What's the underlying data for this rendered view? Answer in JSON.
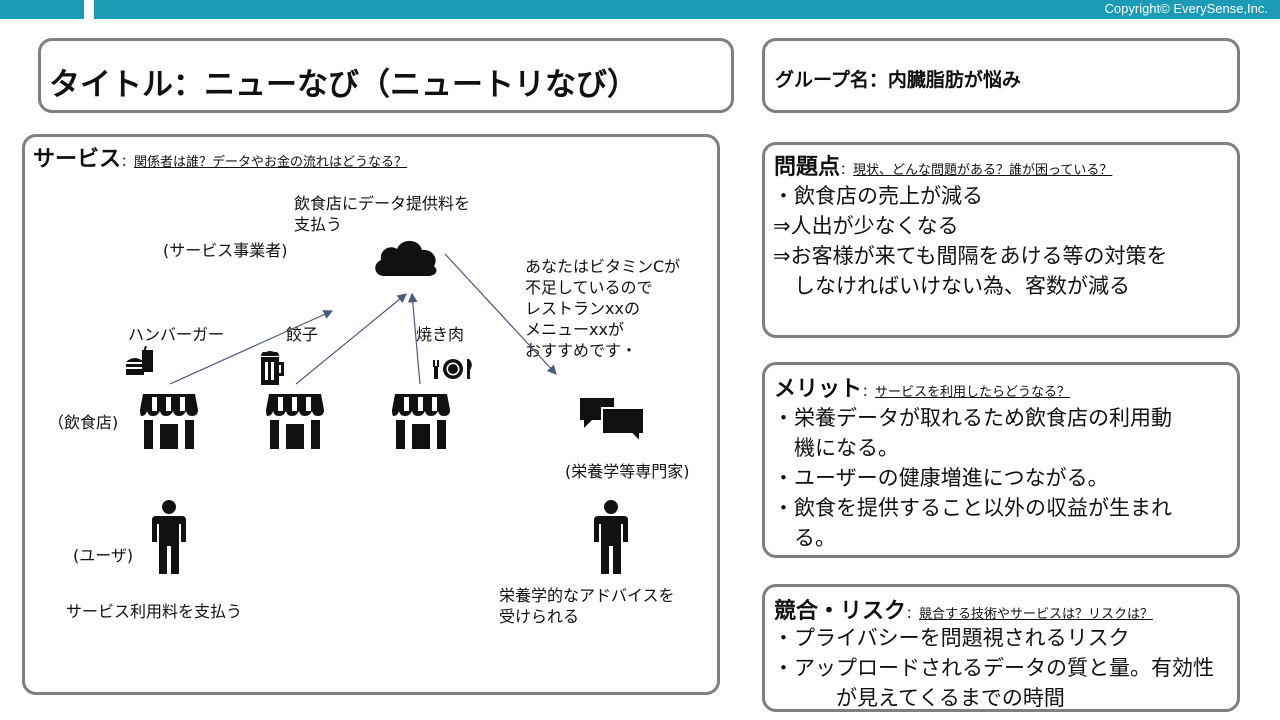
{
  "header": {
    "copyright": "Copyright© EverySense,Inc."
  },
  "title_box": {
    "text": "タイトル：ニューなび（ニュートリなび）"
  },
  "group_box": {
    "text": "グループ名：内臓脂肪が悩み"
  },
  "service": {
    "heading": "サービス",
    "colon": "：",
    "question": "関係者は誰？データやお金の流れはどうなる？",
    "pay_data_fee": [
      "飲食店にデータ提供料を",
      "支払う"
    ],
    "operator_label": "(サービス事業者)",
    "recommendation": [
      "あなたはビタミンCが",
      "不足しているので",
      "レストランxxの",
      "メニューxxが",
      "おすすめです・"
    ],
    "food_hamburger": "ハンバーガー",
    "food_gyoza": "餃子",
    "food_yakiniku": "焼き肉",
    "restaurant_label": "（飲食店)",
    "nutritionist_label": "(栄養学等専門家)",
    "user_label": "(ユーザ)",
    "user_pays": "サービス利用料を支払う",
    "advice": [
      "栄養学的なアドバイスを",
      "受けられる"
    ]
  },
  "problem": {
    "heading": "問題点",
    "colon": "：",
    "question": "現状、どんな問題がある？誰が困っている？",
    "lines": [
      "・飲食店の売上が減る",
      "⇒人出が少なくなる",
      "⇒お客様が来ても間隔をあける等の対策を",
      "　しなければいけない為、客数が減る"
    ]
  },
  "merit": {
    "heading": "メリット",
    "colon": "：",
    "question": "サービスを利用したらどうなる？",
    "lines": [
      "・栄養データが取れるため飲食店の利用動",
      "　機になる。",
      "・ユーザーの健康増進につながる。",
      "・飲食を提供すること以外の収益が生まれ",
      "　る。"
    ]
  },
  "risk": {
    "heading": "競合・リスク",
    "colon": "：",
    "question": "競合する技術やサービスは？リスクは？",
    "lines": [
      "・プライバシーを問題視されるリスク",
      "・アップロードされるデータの質と量。有効性",
      "　　　が見えてくるまでの時間"
    ]
  },
  "icons": [
    "cloud-icon",
    "burger-icon",
    "beer-icon",
    "plate-icon",
    "store-icon",
    "chat-icon",
    "person-icon"
  ],
  "colors": {
    "accent": "#1b9bb5",
    "border": "#7f7f7f",
    "arrow": "#4a5a7a"
  }
}
